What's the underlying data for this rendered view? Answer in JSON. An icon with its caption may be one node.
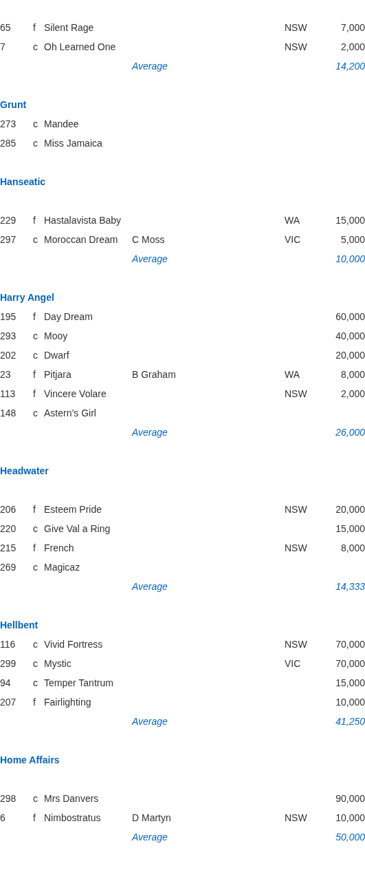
{
  "diagram": {
    "labels": [
      "65",
      "f",
      "Silent Rage",
      "NSW",
      "7,000",
      "7",
      "c",
      "Oh Learned One",
      "NSW",
      "2,000",
      "Average",
      "14,200",
      "Grunt",
      "273",
      "c",
      "Mandee",
      "285",
      "c",
      "Miss Jamaica",
      "Hanseatic",
      "229",
      "f",
      "Hastalavista Baby",
      "WA",
      "15,000",
      "297",
      "c",
      "Moroccan Dream",
      "C Moss",
      "VIC",
      "5,000",
      "Average",
      "10,000",
      "Harry Angel",
      "195",
      "f",
      "Day Dream",
      "60,000",
      "293",
      "c",
      "Mooy",
      "40,000",
      "202",
      "c",
      "Dwarf",
      "20,000",
      "23",
      "f",
      "Pitjara",
      "B Graham",
      "WA",
      "8,000",
      "113",
      "f",
      "Vincere Volare",
      "NSW",
      "2,000",
      "148",
      "c",
      "Astern’s Girl",
      "Average",
      "26,000",
      "Headwater",
      "206",
      "f",
      "Esteem Pride",
      "NSW",
      "20,000",
      "220",
      "c",
      "Give Val a Ring",
      "15,000",
      "215",
      "f",
      "French",
      "NSW",
      "8,000",
      "269",
      "c",
      "Magicaz",
      "Average",
      "14,333",
      "Hellbent",
      "116",
      "c",
      "Vivid Fortress",
      "NSW",
      "70,000",
      "299",
      "c",
      "Mystic",
      "VIC",
      "70,000",
      "94",
      "c",
      "Temper Tantrum",
      "15,000",
      "207",
      "f",
      "Fairlighting",
      "10,000",
      "Average",
      "41,250",
      "Home Affairs",
      "298",
      "c",
      "Mrs Danvers",
      "90,000",
      "6",
      "f",
      "Nimbostratus",
      "D Martyn",
      "NSW",
      "10,000",
      "Average",
      "50,000"
    ]
  }
}
